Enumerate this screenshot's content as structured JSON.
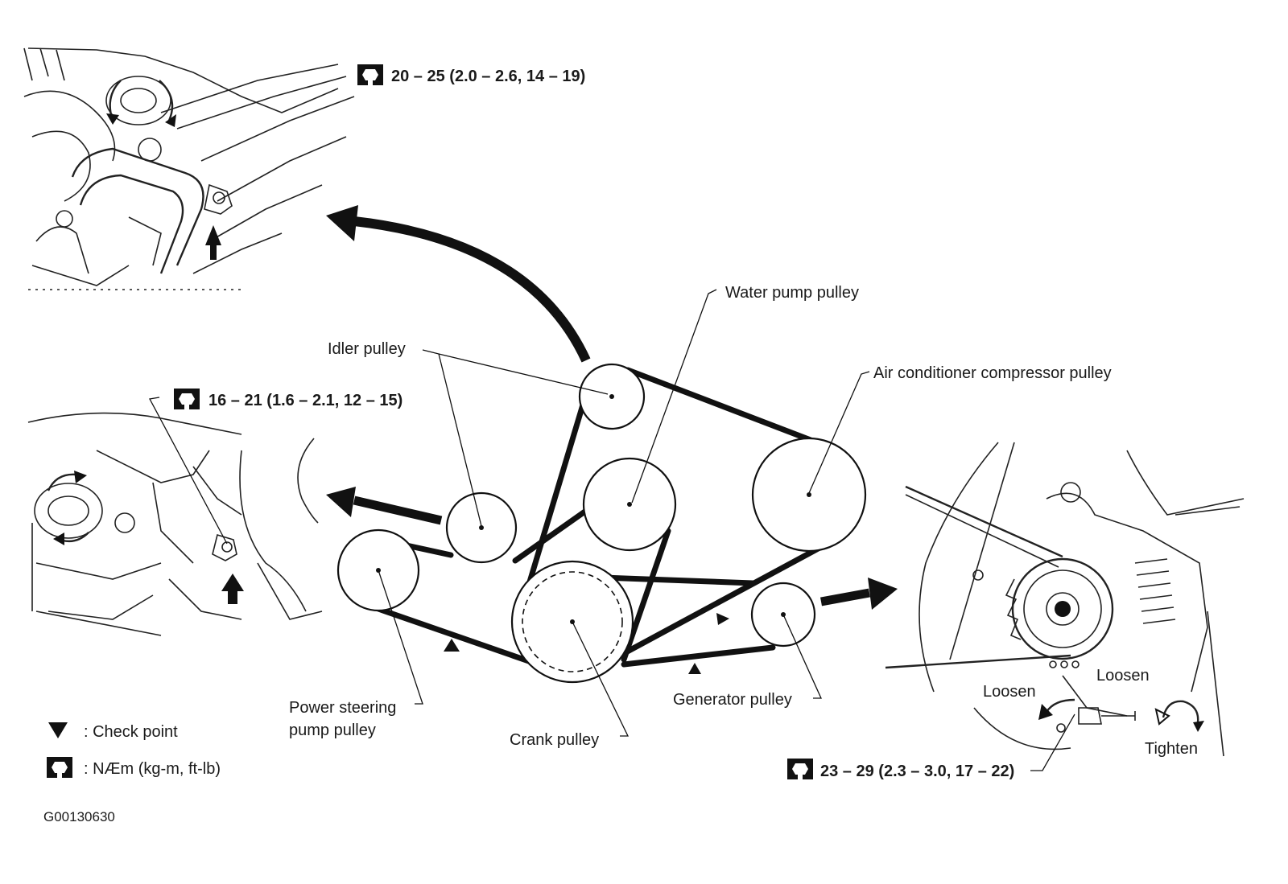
{
  "labels": {
    "water_pump": "Water pump pulley",
    "idler": "Idler pulley",
    "ac_compressor": "Air conditioner compressor pulley",
    "power_steering_line1": "Power steering",
    "power_steering_line2": "pump pulley",
    "crank": "Crank pulley",
    "generator": "Generator pulley",
    "loosen_left": "Loosen",
    "loosen_right": "Loosen",
    "tighten": "Tighten"
  },
  "torque_specs": {
    "top": "20 – 25 (2.0 – 2.6, 14 – 19)",
    "middle": "16 – 21 (1.6 – 2.1, 12 – 15)",
    "generator": "23 – 29 (2.3 – 3.0, 17 – 22)"
  },
  "legend": {
    "check_point": ": Check point",
    "torque_units": ": NÆm (kg-m, ft-lb)"
  },
  "figure_code": "G00130630",
  "icons": {
    "torque_wrench": "torque-wrench-icon",
    "check_point": "check-point-triangle-icon"
  }
}
